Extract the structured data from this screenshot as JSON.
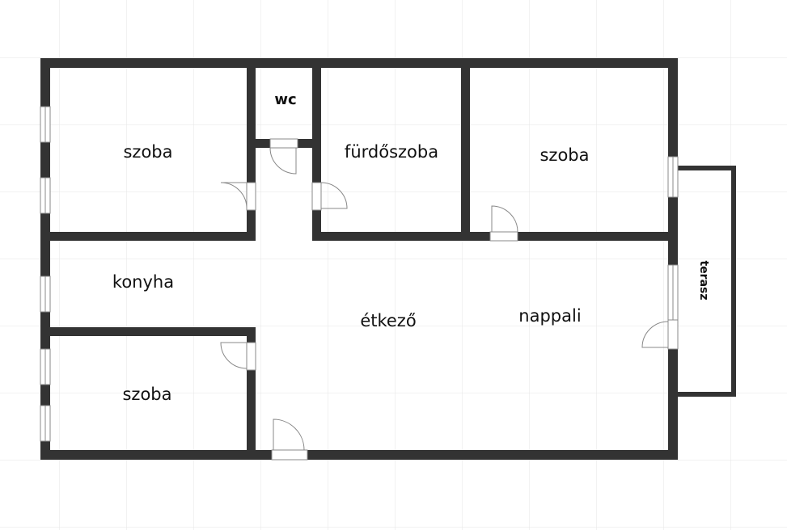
{
  "colors": {
    "wall": "#333333",
    "grid": "#e6e6e6",
    "background": "#ffffff",
    "text": "#111111",
    "fixture": "#888888"
  },
  "rooms": {
    "bedroom_top_left": "szoba",
    "wc": "wc",
    "bathroom": "fürdőszoba",
    "bedroom_top_right": "szoba",
    "kitchen": "konyha",
    "dining": "étkező",
    "living": "nappali",
    "bedroom_bottom_left": "szoba",
    "terrace": "terasz"
  }
}
